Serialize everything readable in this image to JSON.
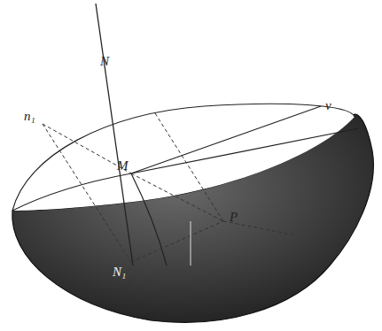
{
  "diagram": {
    "labels": [
      "N",
      "n₁",
      "M",
      "v",
      "P",
      "N₁"
    ]
  }
}
